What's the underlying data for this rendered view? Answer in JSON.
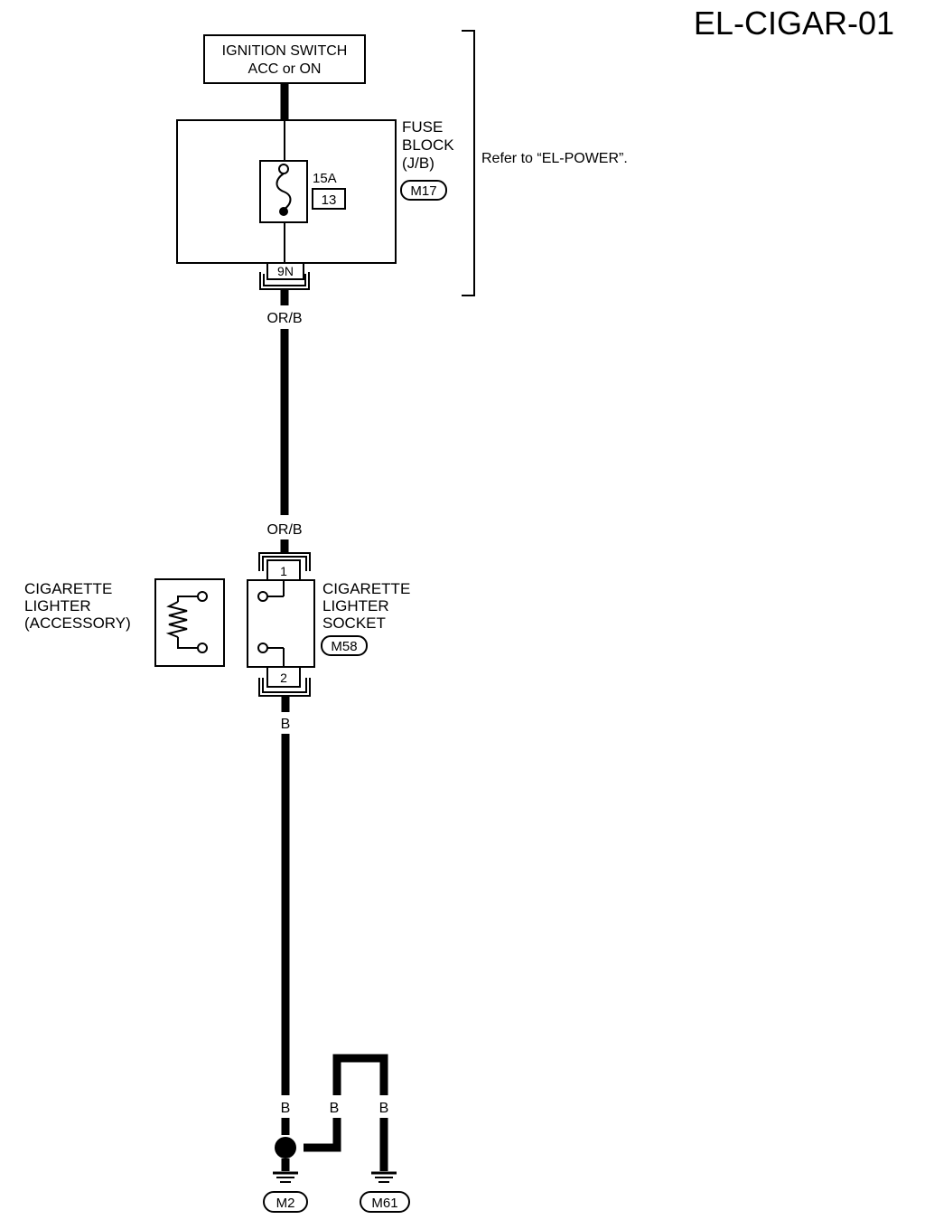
{
  "page_id": "EL-CIGAR-01",
  "ignition_switch": {
    "line1": "IGNITION SWITCH",
    "line2": "ACC or ON"
  },
  "fuse_block": {
    "line1": "FUSE",
    "line2": "BLOCK",
    "line3": "(J/B)",
    "connector": "M17",
    "fuse_rating": "15A",
    "fuse_number": "13",
    "terminal": "9N"
  },
  "reference_note": "Refer to “EL-POWER”.",
  "wires": {
    "fuse_out": "OR/B",
    "socket_in": "OR/B",
    "socket_out": "B",
    "ground_m2": "B",
    "jumper": "B",
    "ground_m61": "B"
  },
  "cigarette_lighter": {
    "line1": "CIGARETTE",
    "line2": "LIGHTER",
    "line3": "(ACCESSORY)"
  },
  "lighter_socket": {
    "line1": "CIGARETTE",
    "line2": "LIGHTER",
    "line3": "SOCKET",
    "connector": "M58",
    "terminal_in": "1",
    "terminal_out": "2"
  },
  "grounds": {
    "ground1": "M2",
    "ground2": "M61"
  }
}
